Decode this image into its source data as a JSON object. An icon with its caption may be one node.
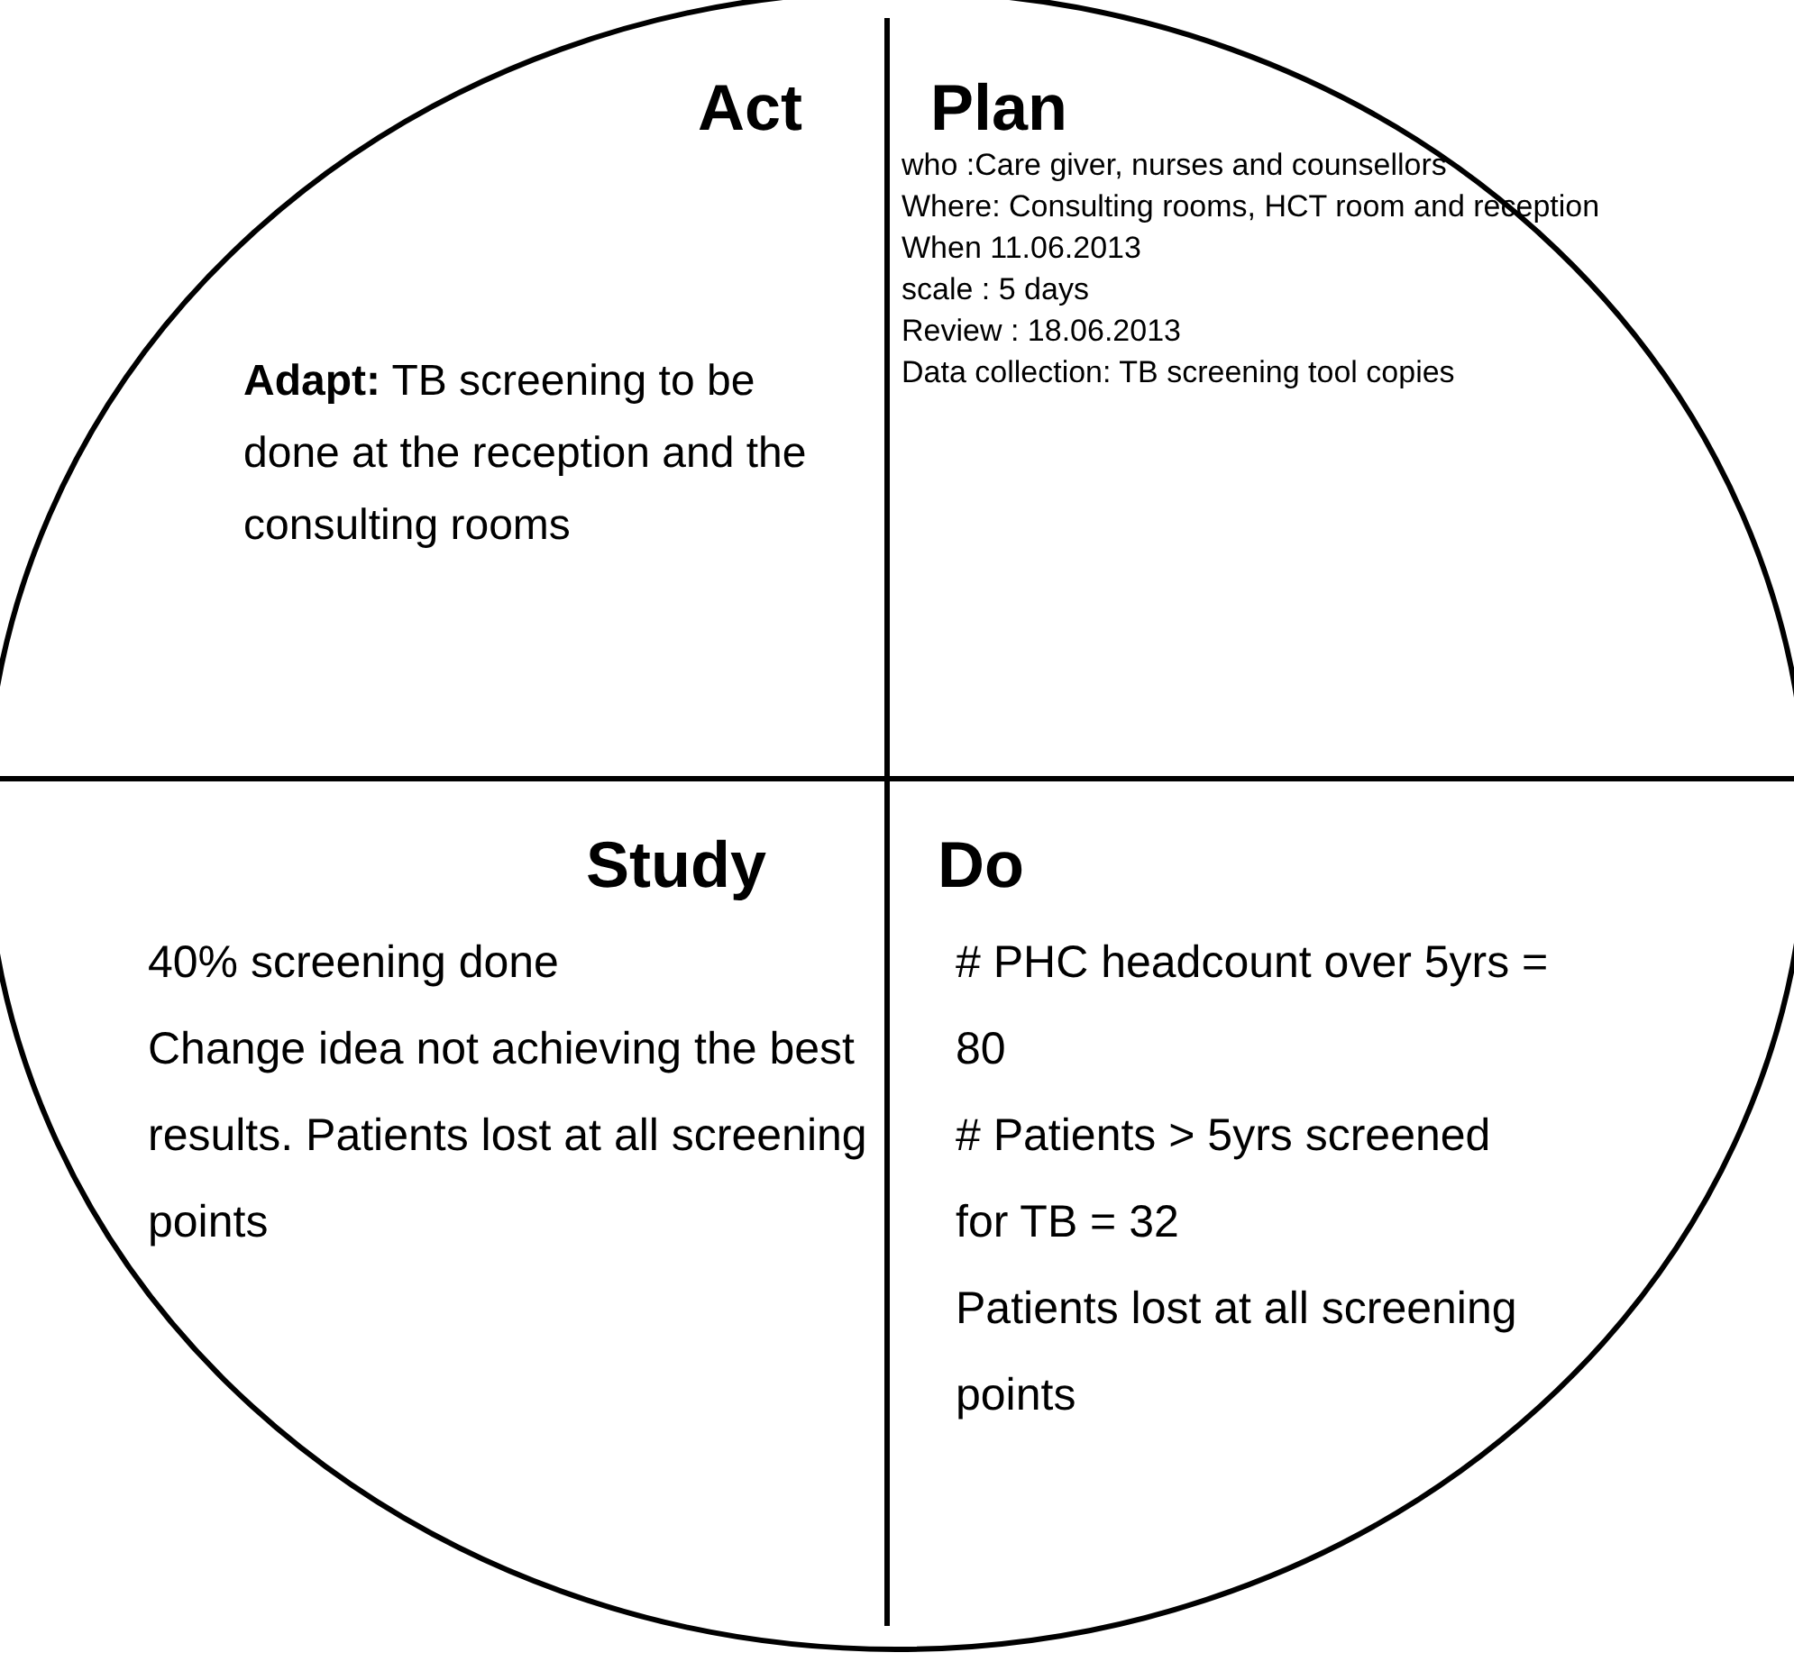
{
  "diagram": {
    "nodes": [
      {
        "text": [],
        "shape": "circle"
      },
      {
        "text": [
          "Act",
          "**Adapt:** TB screening to be done at the reception and the consulting rooms"
        ],
        "in": 0
      },
      {
        "text": [
          "Plan",
          "who :Care giver, nurses and counsellors",
          "Where: Consulting rooms, HCT room and reception",
          "When 11.06.2013",
          "scale : 5 days",
          "Review : 18.06.2013",
          "Data collection: TB screening tool copies"
        ],
        "in": 0
      },
      {
        "text": [
          "Study",
          "40% screening done",
          "Change idea not achieving the best results. Patients lost at all screening points"
        ],
        "in": 0
      },
      {
        "text": [
          "Do",
          "# PHC headcount over 5yrs = 80",
          "# Patients > 5yrs screened for TB = 32",
          "Patients lost at all screening points"
        ],
        "in": 0
      }
    ]
  }
}
